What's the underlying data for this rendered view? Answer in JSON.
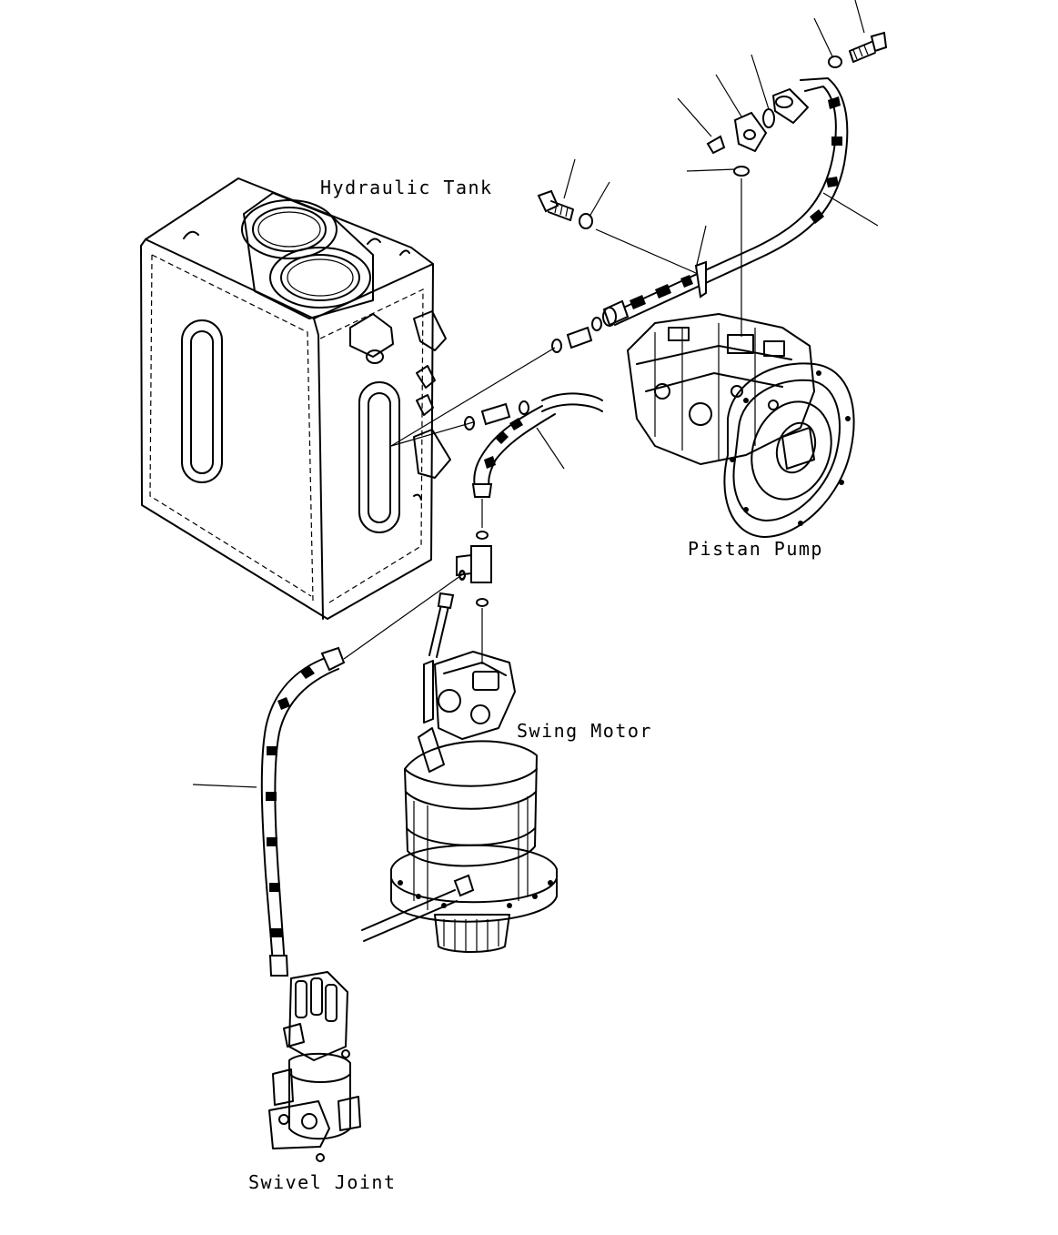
{
  "labels": {
    "hydraulic_tank": "Hydraulic Tank",
    "piston_pump": "Pistan Pump",
    "swing_motor": "Swing Motor",
    "swivel_joint": "Swivel Joint"
  },
  "icons": [
    "hydraulic-tank-icon",
    "piston-pump-icon",
    "swing-motor-icon",
    "swivel-joint-icon",
    "hose-icon",
    "bolt-icon",
    "washer-icon",
    "o-ring-icon",
    "elbow-fitting-icon",
    "tee-fitting-icon",
    "clamp-icon"
  ],
  "colors": {
    "line": "#000000",
    "background": "#ffffff"
  }
}
